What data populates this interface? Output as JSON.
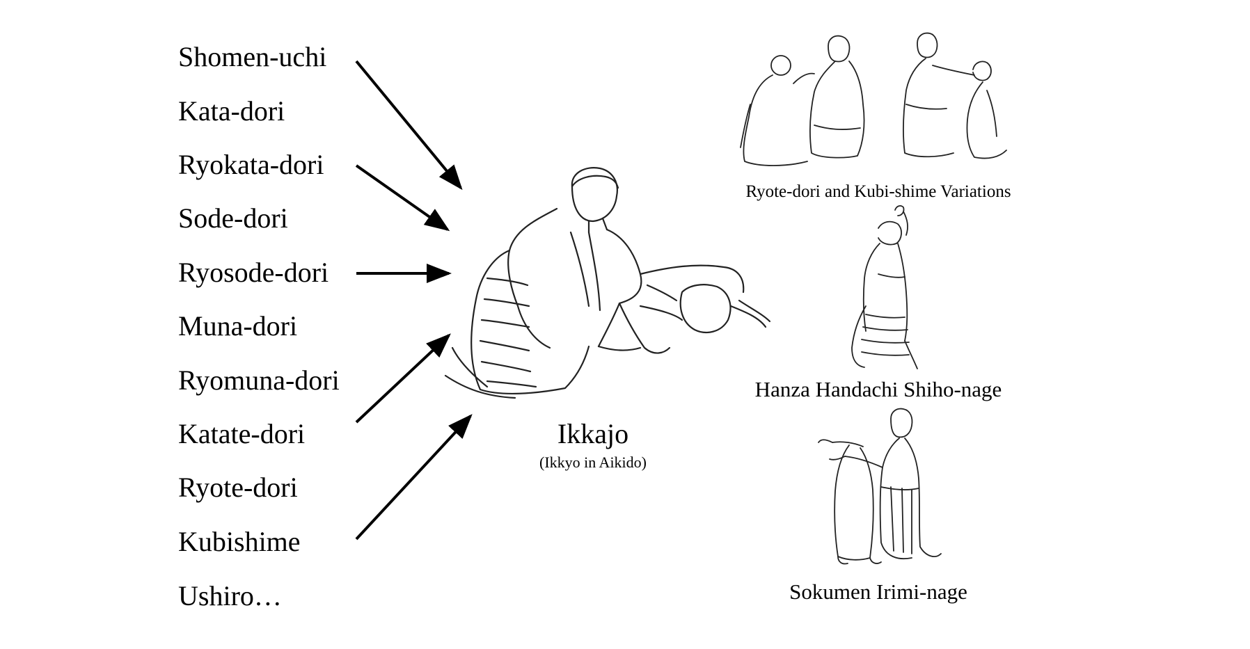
{
  "attacks": [
    "Shomen-uchi",
    "Kata-dori",
    "Ryokata-dori",
    "Sode-dori",
    "Ryosode-dori",
    "Muna-dori",
    "Ryomuna-dori",
    "Katate-dori",
    "Ryote-dori",
    "Kubishime",
    "Ushiro…"
  ],
  "center": {
    "title": "Ikkajo",
    "subtitle": "(Ikkyo in Aikido)"
  },
  "variations": [
    "Ryote-dori and Kubi-shime Variations",
    "Hanza Handachi Shiho-nage",
    "Sokumen Irimi-nage"
  ],
  "colors": {
    "ink": "#000000",
    "background": "#ffffff"
  }
}
